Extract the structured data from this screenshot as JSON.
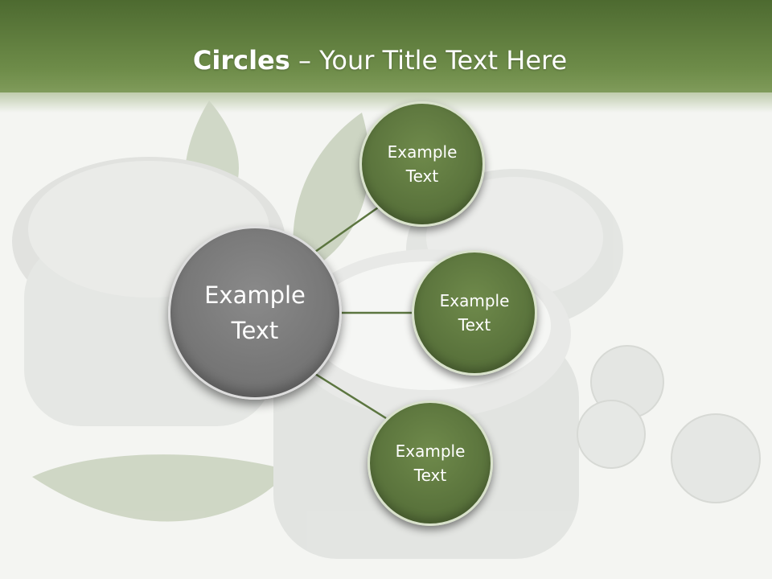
{
  "title": {
    "bold": "Circles",
    "rest": " – Your Title Text Here"
  },
  "diagram": {
    "hub": {
      "line1": "Example",
      "line2": "Text"
    },
    "nodes": [
      {
        "line1": "Example",
        "line2": "Text"
      },
      {
        "line1": "Example",
        "line2": "Text"
      },
      {
        "line1": "Example",
        "line2": "Text"
      }
    ]
  },
  "colors": {
    "banner": "#5f7d3d",
    "node": "#5c7640",
    "hub": "#767676",
    "connector": "#5c7640"
  }
}
